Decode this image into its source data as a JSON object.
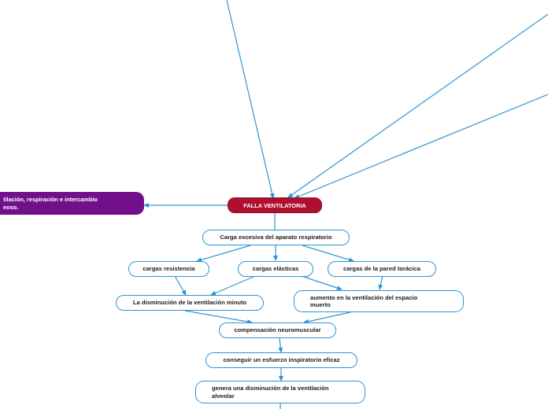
{
  "diagram": {
    "central_topic": "FALLA VENTILATORIA",
    "left_topic": "tilación, respiración e intercambio\neoso.",
    "nodes": {
      "carga_excesiva": "Carga excesiva del aparato respiratorio",
      "cargas_resistencia": "cargas resistencia",
      "cargas_elasticas": "cargas elásticas",
      "cargas_pared": "cargas de la pared torácica",
      "disminucion_ventilacion": "La disminución de la ventilación minuto",
      "aumento_espacio": "aumento en la ventilación del espacio muerto",
      "compensacion": "compensación neuromuscular",
      "esfuerzo": "conseguir un esfuerzo inspiratorio eficaz",
      "disminucion_alveolar": "genera una disminución de la ventilación alveolar"
    }
  },
  "colors": {
    "connector": "#2f94d6",
    "central": "#b01030",
    "left_topic": "#72108c",
    "node_border": "#2f94d6"
  }
}
